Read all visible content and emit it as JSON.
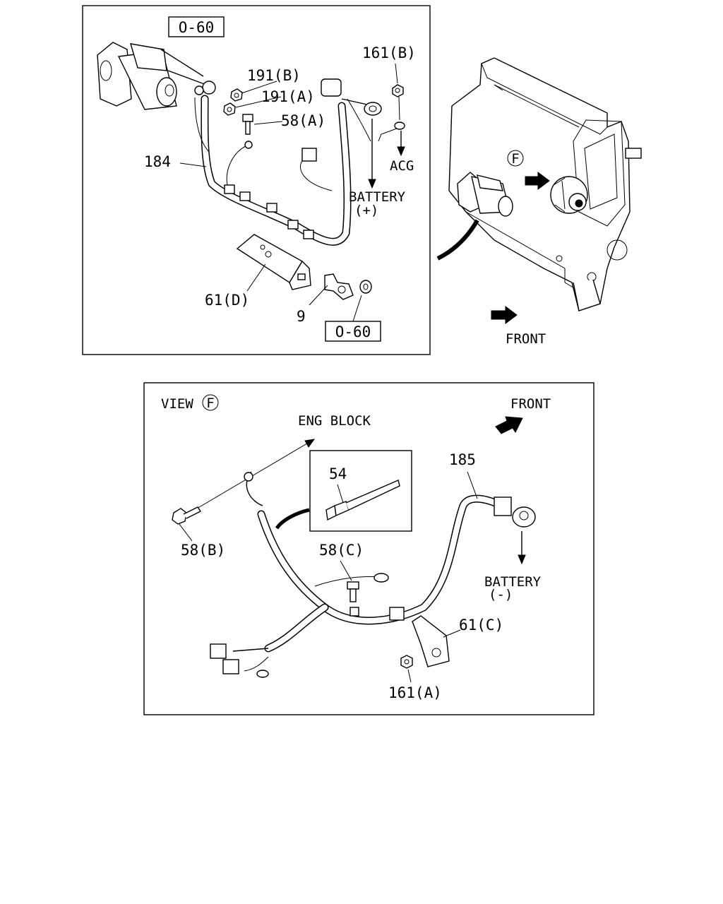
{
  "upper_panel": {
    "ref_box_top": "O-60",
    "ref_box_bottom": "O-60",
    "labels": {
      "p161b": "161(B)",
      "p191b": "191(B)",
      "p191a": "191(A)",
      "p58a": "58(A)",
      "p184": "184",
      "acg": "ACG",
      "battery_pos_1": "BATTERY",
      "battery_pos_2": "(+)",
      "p61d": "61(D)",
      "p9": "9"
    }
  },
  "engine_view": {
    "view_marker": "F",
    "front_label": "FRONT"
  },
  "lower_panel": {
    "view_label": "VIEW",
    "view_marker": "F",
    "front_label": "FRONT",
    "eng_block": "ENG BLOCK",
    "labels": {
      "p54": "54",
      "p185": "185",
      "p58b": "58(B)",
      "p58c": "58(C)",
      "battery_neg_1": "BATTERY",
      "battery_neg_2": "(-)",
      "p61c": "61(C)",
      "p161a": "161(A)"
    }
  }
}
